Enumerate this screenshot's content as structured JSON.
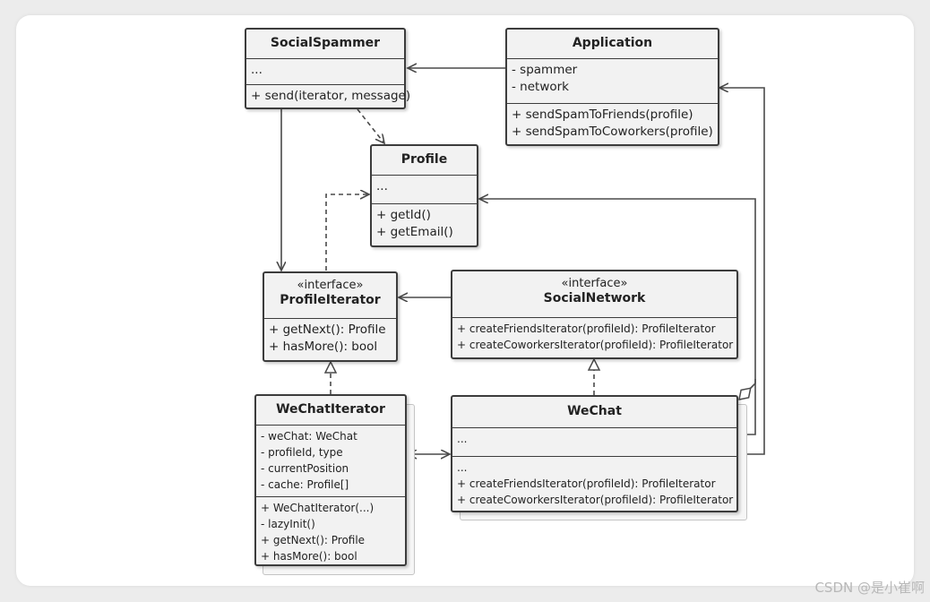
{
  "social_spammer": {
    "name": "SocialSpammer",
    "fields": [
      "..."
    ],
    "methods": [
      "+ send(iterator, message)"
    ]
  },
  "application": {
    "name": "Application",
    "fields": [
      "- spammer",
      "- network"
    ],
    "methods": [
      "+ sendSpamToFriends(profile)",
      "+ sendSpamToCoworkers(profile)"
    ]
  },
  "profile": {
    "name": "Profile",
    "fields": [
      "..."
    ],
    "methods": [
      "+ getId()",
      "+ getEmail()"
    ]
  },
  "profile_iterator": {
    "stereotype": "«interface»",
    "name": "ProfileIterator",
    "methods": [
      "+ getNext(): Profile",
      "+ hasMore(): bool"
    ]
  },
  "social_network": {
    "stereotype": "«interface»",
    "name": "SocialNetwork",
    "methods": [
      "+ createFriendsIterator(profileId): ProfileIterator",
      "+ createCoworkersIterator(profileId): ProfileIterator"
    ]
  },
  "wechat_iterator": {
    "name": "WeChatIterator",
    "fields": [
      "- weChat: WeChat",
      "- profileId, type",
      "- currentPosition",
      "- cache: Profile[]"
    ],
    "methods": [
      "+ WeChatIterator(...)",
      "-  lazyInit()",
      "+ getNext(): Profile",
      "+ hasMore(): bool"
    ]
  },
  "wechat": {
    "name": "WeChat",
    "fields": [
      "..."
    ],
    "methods": [
      "...",
      "+ createFriendsIterator(profileId): ProfileIterator",
      "+ createCoworkersIterator(profileId): ProfileIterator"
    ]
  },
  "watermark": "CSDN @是小崔啊",
  "colors": {
    "line": "#4a4a4a",
    "box_fill": "#f2f2f2",
    "border": "#3c3c3c"
  }
}
